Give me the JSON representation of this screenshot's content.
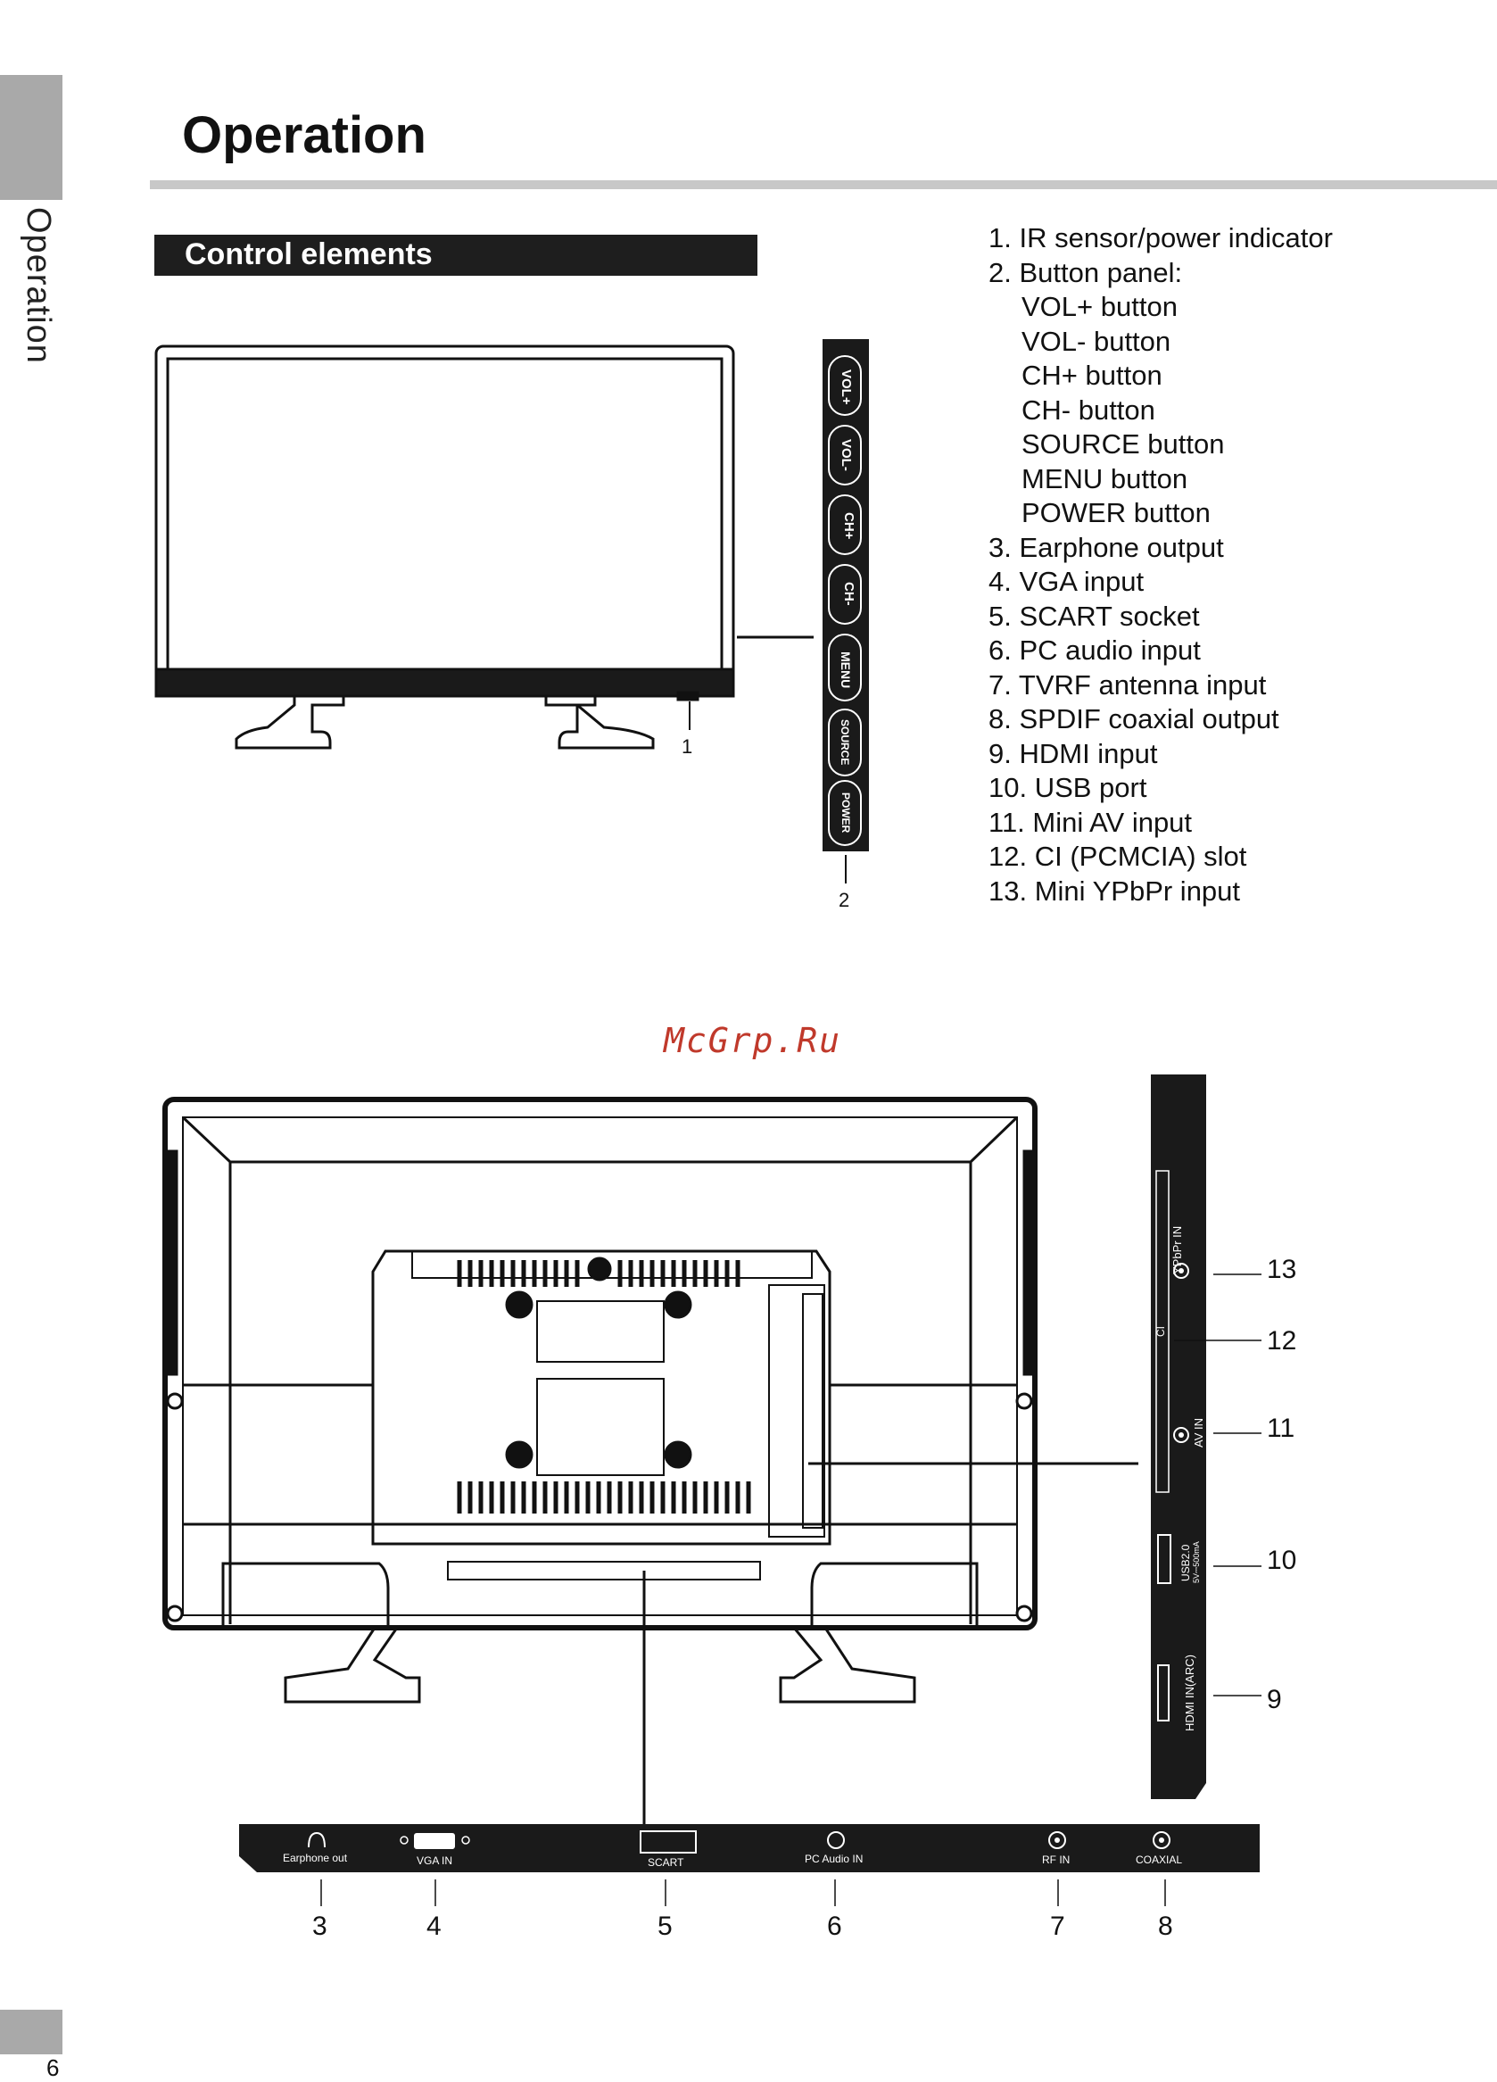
{
  "page": {
    "side_label": "Operation",
    "page_number": "6",
    "title": "Operation",
    "section": "Control elements",
    "watermark": "McGrp.Ru"
  },
  "legend": [
    {
      "text": "1. IR sensor/power indicator"
    },
    {
      "text": "2. Button panel:"
    },
    {
      "text": "VOL+ button",
      "sub": true
    },
    {
      "text": "VOL- button",
      "sub": true
    },
    {
      "text": "CH+ button",
      "sub": true
    },
    {
      "text": "CH- button",
      "sub": true
    },
    {
      "text": "SOURCE button",
      "sub": true
    },
    {
      "text": "MENU button",
      "sub": true
    },
    {
      "text": "POWER button",
      "sub": true
    },
    {
      "text": "3. Earphone output"
    },
    {
      "text": "4. VGA input"
    },
    {
      "text": "5. SCART socket"
    },
    {
      "text": "6. PC audio input"
    },
    {
      "text": "7. TVRF antenna input"
    },
    {
      "text": "8. SPDIF coaxial output"
    },
    {
      "text": "9. HDMI input"
    },
    {
      "text": "10. USB port"
    },
    {
      "text": "11. Mini AV input"
    },
    {
      "text": "12. CI (PCMCIA) slot"
    },
    {
      "text": "13. Mini YPbPr input"
    }
  ],
  "button_panel": [
    "VOL+",
    "VOL-",
    "CH+",
    "CH-",
    "MENU",
    "SOURCE",
    "POWER"
  ],
  "callouts": {
    "c1": "1",
    "c2": "2",
    "c3": "3",
    "c4": "4",
    "c5": "5",
    "c6": "6",
    "c7": "7",
    "c8": "8",
    "c9": "9",
    "c10": "10",
    "c11": "11",
    "c12": "12",
    "c13": "13"
  },
  "bottom_ports": {
    "earphone": "Earphone out",
    "vga": "VGA IN",
    "scart": "SCART",
    "pc_audio": "PC Audio IN",
    "rf": "RF IN",
    "coaxial": "COAXIAL"
  },
  "side_ports": {
    "ypbpr": "YPbPr IN",
    "ci": "CI",
    "av": "AV IN",
    "usb": "USB2.0",
    "usb_rating": "5V⎓500mA",
    "hdmi": "HDMI IN(ARC)"
  }
}
